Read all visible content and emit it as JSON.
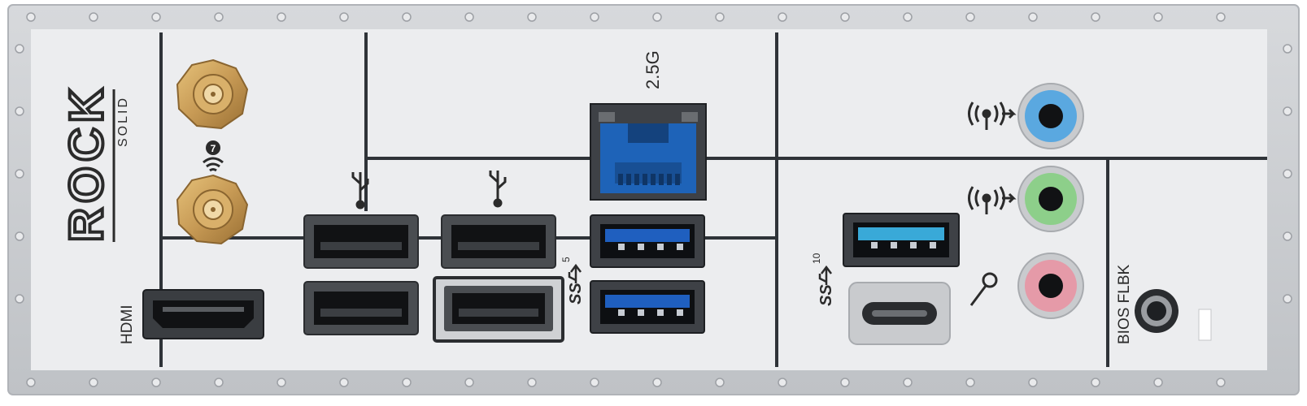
{
  "brand": {
    "logo_text": "ROCK",
    "logo_sub": "SOLID"
  },
  "labels": {
    "hdmi": "HDMI",
    "lan_speed": "2.5G",
    "bios_flashback": "BIOS FLBK",
    "usb5_mark": "SS",
    "usb5_speed": "5",
    "usb10_mark": "SS",
    "usb10_speed": "10",
    "wifi_badge": "7"
  },
  "colors": {
    "panel": "#ebecee",
    "frame": "#c8cace",
    "divider": "#2f3338",
    "antenna_gold": "#c79a55",
    "rj45_blue": "#1e63b8",
    "usb3_blue": "#1f5fbf",
    "usb10_teal": "#39a9d8",
    "audio_blue": "#5aa8e0",
    "audio_green": "#8dcf8a",
    "audio_pink": "#e59aa8"
  },
  "icons": [
    "usb-icon",
    "line-in-icon",
    "line-out-icon",
    "microphone-icon",
    "wifi7-icon"
  ]
}
